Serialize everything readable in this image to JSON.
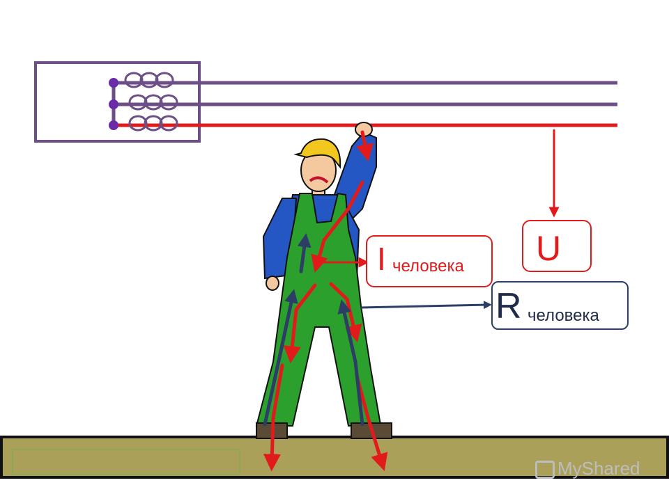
{
  "labels": {
    "current": {
      "symbol": "I",
      "subscript": "человека"
    },
    "voltage": {
      "symbol": "U"
    },
    "resistance": {
      "symbol": "R",
      "subscript": "человека"
    }
  },
  "watermark": {
    "text": "MyShared"
  },
  "colors": {
    "phase_line": "#e11b1b",
    "neutral_lines": "#6b4f86",
    "current_arrows": "#e11b1b",
    "return_arrows": "#2c3e66",
    "overalls": "#2ca02c",
    "shirt": "#2457c4",
    "helmet": "#f2c81e",
    "ground": "#aaa05a"
  },
  "icons": [
    "transformer-coil-icon",
    "helmet-icon"
  ]
}
